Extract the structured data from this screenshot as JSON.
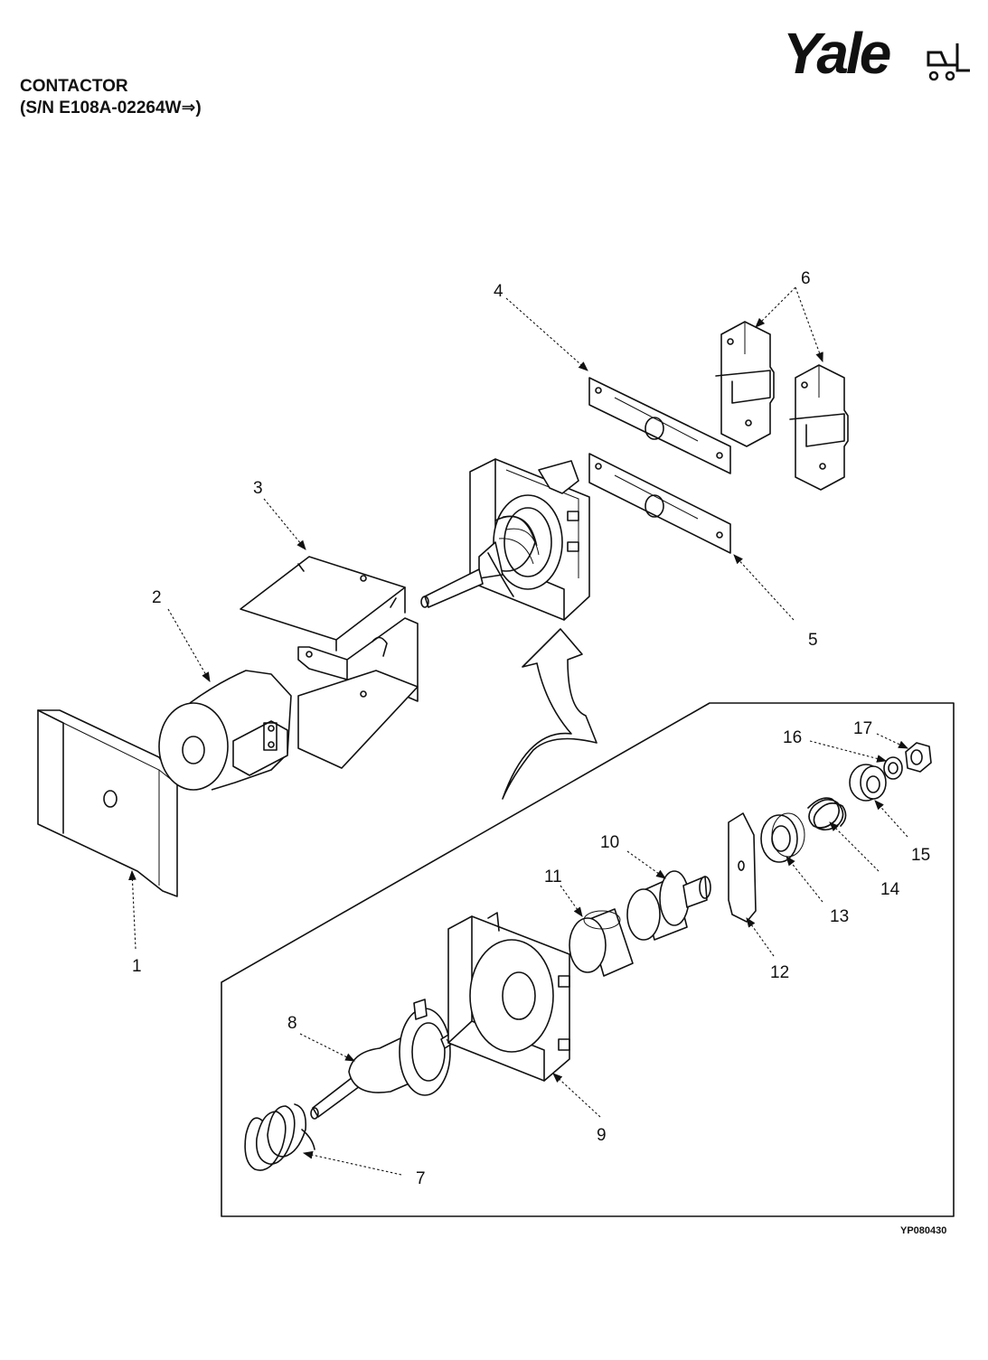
{
  "header": {
    "title_line1": "CONTACTOR",
    "title_line2": "(S/N E108A-02264W⇒)"
  },
  "logo": {
    "brand": "Yale",
    "icon": "forklift-icon"
  },
  "figure_ref": "YP080430",
  "callouts": [
    "1",
    "2",
    "3",
    "4",
    "5",
    "6",
    "7",
    "8",
    "9",
    "10",
    "11",
    "12",
    "13",
    "14",
    "15",
    "16",
    "17"
  ]
}
